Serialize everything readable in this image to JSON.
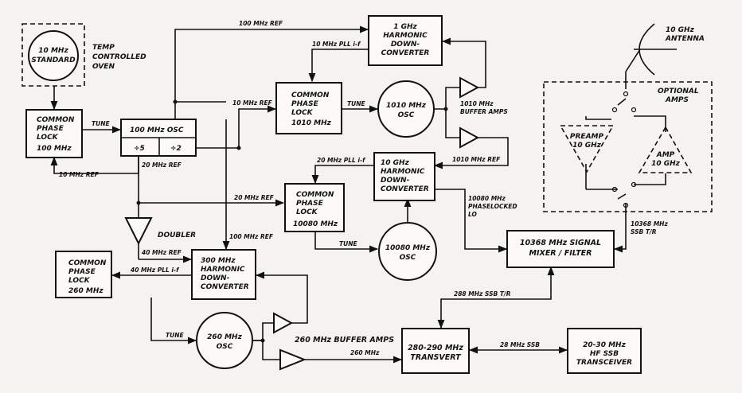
{
  "blocks": {
    "standard": [
      "10 MHz",
      "STANDARD"
    ],
    "oven": [
      "TEMP",
      "CONTROLLED",
      "OVEN"
    ],
    "cpl100": [
      "COMMON",
      "PHASE",
      "LOCK",
      "100 MHz"
    ],
    "osc100": "100 MHz OSC",
    "div5": "÷5",
    "div2": "÷2",
    "hdc1g": [
      "1 GHz",
      "HARMONIC",
      "DOWN-",
      "CONVERTER"
    ],
    "cpl1010": [
      "COMMON",
      "PHASE",
      "LOCK",
      "1010 MHz"
    ],
    "osc1010": [
      "1010 MHz",
      "OSC"
    ],
    "hdc10g": [
      "10 GHz",
      "HARMONIC",
      "DOWN-",
      "CONVERTER"
    ],
    "cpl10080": [
      "COMMON",
      "PHASE",
      "LOCK",
      "10080 MHz"
    ],
    "osc10080": [
      "10080 MHz",
      "OSC"
    ],
    "doubler": "DOUBLER",
    "cpl260": [
      "COMMON",
      "PHASE",
      "LOCK",
      "260 MHz"
    ],
    "hdc300": [
      "300 MHz",
      "HARMONIC",
      "DOWN-",
      "CONVERTER"
    ],
    "osc260": [
      "260 MHz",
      "OSC"
    ],
    "mixer": [
      "10368 MHz SIGNAL",
      "MIXER / FILTER"
    ],
    "transvert": [
      "280-290 MHz",
      "TRANSVERT"
    ],
    "transceiver": [
      "20-30 MHz",
      "HF SSB",
      "TRANSCEIVER"
    ],
    "preamp": [
      "PREAMP",
      "10 GHz"
    ],
    "amp": [
      "AMP",
      "10 GHz"
    ],
    "antenna": [
      "10 GHz",
      "ANTENNA"
    ],
    "optional": [
      "OPTIONAL",
      "AMPS"
    ]
  },
  "labels": {
    "ref100": "100 MHz REF",
    "pll_if_1": "10 MHz PLL i-f",
    "ref10_a": "10 MHz REF",
    "tune_a": "TUNE",
    "tune_b": "TUNE",
    "buffer1010": [
      "1010 MHz",
      "BUFFER AMPS"
    ],
    "ref1010": "1010 MHz REF",
    "ref10_b": "10 MHz REF",
    "ref20_a": "20 MHz REF",
    "pll_if_2": "20 MHz PLL i-f",
    "ref20_b": "20 MHz REF",
    "lo10080": [
      "10080 MHz",
      "PHASELOCKED",
      "LO"
    ],
    "tune_c": "TUNE",
    "ref100_b": "100 MHz REF",
    "ref40": "40 MHz REF",
    "pll_if_3": "40 MHz PLL i-f",
    "tune_d": "TUNE",
    "buffer260": "260 MHz BUFFER AMPS",
    "f260": "260 MHz",
    "ssb288": "288 MHz SSB T/R",
    "ssb28": "28 MHz SSB",
    "ssb10368": [
      "10368 MHz",
      "SSB  T/R"
    ]
  }
}
